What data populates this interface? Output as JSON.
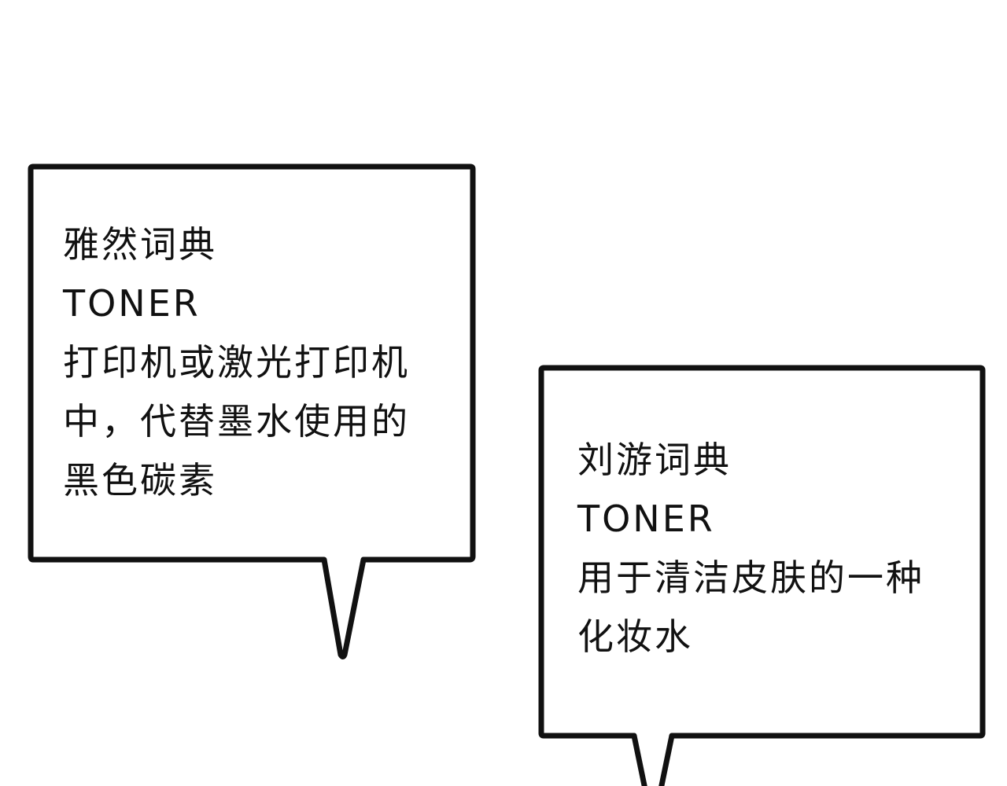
{
  "colors": {
    "background": "#ffffff",
    "bubble_fill": "#ffffff",
    "bubble_stroke": "#111111",
    "text": "#111111"
  },
  "bubbles": [
    {
      "lines": [
        "雅然词典",
        "TONER",
        "打印机或激光打印机",
        "中，代替墨水使用的",
        "黑色碳素"
      ]
    },
    {
      "lines": [
        "刘游词典",
        "TONER",
        "用于清洁皮肤的一种",
        "化妆水"
      ]
    }
  ]
}
